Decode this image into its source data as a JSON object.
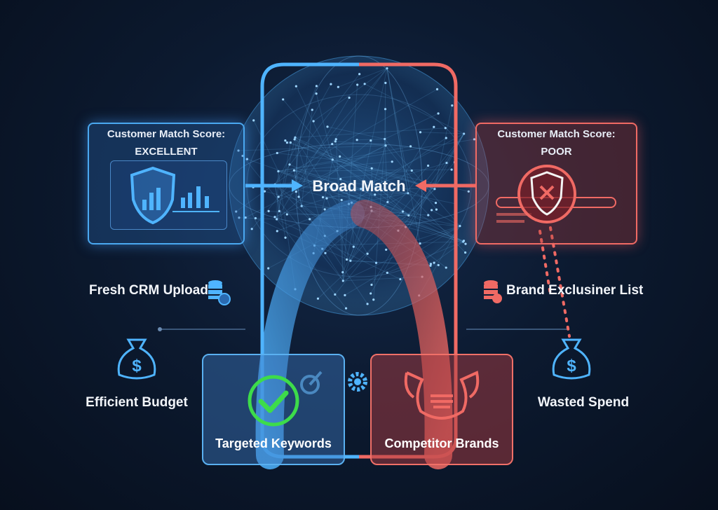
{
  "center": {
    "title": "Broad Match"
  },
  "left_panel": {
    "title": "Customer Match Score:",
    "rating": "EXCELLENT"
  },
  "right_panel": {
    "title": "Customer Match Score:",
    "rating": "POOR"
  },
  "left_labels": {
    "upload": "Fresh CRM Upload",
    "budget": "Efficient Budget"
  },
  "right_labels": {
    "list": "Brand Exclusiner List",
    "spend": "Wasted Spend"
  },
  "bottom": {
    "left": "Targeted Keywords",
    "right": "Competitor Brands"
  },
  "colors": {
    "blue": "#4aa8f0",
    "red": "#f06a64",
    "green": "#3ddc4a",
    "background": "#0c1a30"
  }
}
